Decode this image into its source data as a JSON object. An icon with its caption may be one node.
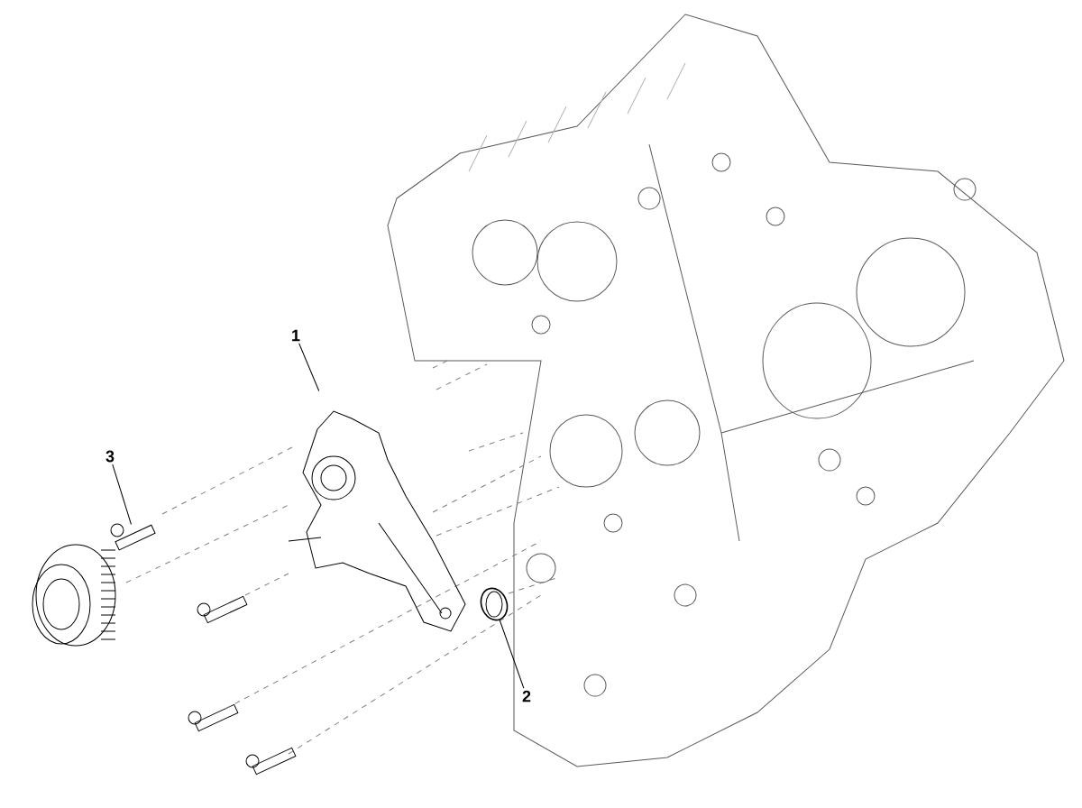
{
  "diagram": {
    "nodes": [
      {
        "text": [
          "1"
        ]
      },
      {
        "text": [],
        "shape": "picture"
      },
      {
        "text": [
          "2"
        ]
      },
      {
        "text": [],
        "shape": "circle"
      },
      {
        "text": [
          "3"
        ]
      },
      {
        "text": [],
        "shape": "picture"
      }
    ],
    "edges": [
      {
        "from": 0,
        "to": 1,
        "arrow": "none"
      },
      {
        "from": 2,
        "to": 3,
        "arrow": "none"
      },
      {
        "from": 4,
        "to": 5,
        "arrow": "none"
      }
    ]
  }
}
